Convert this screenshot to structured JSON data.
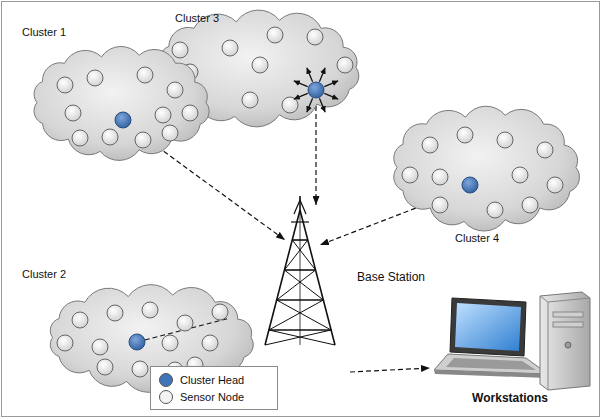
{
  "diagram": {
    "nodes": [
      {
        "text": [
          "Cluster 3"
        ]
      },
      {
        "text": [
          "Cluster 1"
        ]
      },
      {
        "text": [
          "Cluster 4"
        ]
      },
      {
        "text": [
          "Cluster 2"
        ]
      },
      {
        "text": [
          "Base Station"
        ]
      },
      {
        "text": [
          "Workstations"
        ]
      }
    ],
    "edges": [
      {
        "from": 1,
        "to": 4,
        "arrow": "to"
      },
      {
        "from": 0,
        "to": 4,
        "arrow": "to"
      },
      {
        "from": 2,
        "to": 4,
        "arrow": "to"
      },
      {
        "from": 4,
        "to": 5,
        "arrow": "to"
      }
    ],
    "legend": [
      {
        "text": "Cluster Head",
        "color": "#3f74b8"
      },
      {
        "text": "Sensor Node",
        "color": "#f4f4f4"
      }
    ]
  }
}
